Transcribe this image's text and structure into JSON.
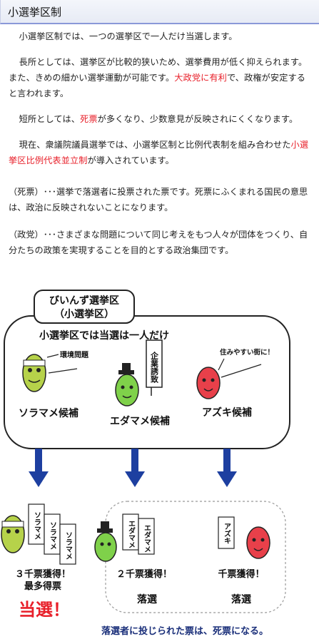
{
  "header": {
    "title": "小選挙区制"
  },
  "paragraphs": {
    "p1": "小選挙区制では、一つの選挙区で一人だけ当選します。",
    "p2a": "長所としては、選挙区が比較的狭いため、選挙費用が低く抑えられます。また、きめの細かい選挙運動が可能です。",
    "p2red": "大政党に有利",
    "p2b": "で、政権が安定すると言われます。",
    "p3a": "短所としては、",
    "p3red": "死票",
    "p3b": "が多くなり、少数意見が反映されにくくなります。",
    "p4a": "現在、衆議院議員選挙では、小選挙区制と比例代表制を組み合わせた",
    "p4red": "小選挙区比例代表並立制",
    "p4b": "が導入されています。"
  },
  "notes": {
    "n1": "（死票）･･･選挙で落選者に投票された票です。死票にふくまれる国民の意思は、政治に反映されないことになります。",
    "n2": "（政党）･･･さまざまな問題について同じ考えをもつ人々が団体をつくり、自分たちの政策を実現することを目的とする政治集団です。"
  },
  "illustration": {
    "district_title_1": "びいんず選挙区",
    "district_title_2": "（小選挙区）",
    "rule_text": "小選挙区では当選は一人だけ",
    "soramame_speech": "環境問題",
    "edamame_sign": "企業誘致",
    "azuki_speech": "住みやすい街に！",
    "candidates": [
      "ソラマメ候補",
      "エダマメ候補",
      "アズキ候補"
    ],
    "ballots": [
      "ソラマメ",
      "エダマメ",
      "アズキ"
    ],
    "result1_line1": "３千票獲得！",
    "result1_line2": "最多得票",
    "result1_win": "当選！",
    "result2_line1": "２千票獲得！",
    "result2_lose": "落選",
    "result3_line1": "千票獲得！",
    "result3_lose": "落選",
    "footer_text": "落選者に投じられた票は、死票になる。"
  },
  "colors": {
    "red": "#e8202a",
    "arrow_blue": "#1d3fa0",
    "header_border": "#8a98d8",
    "footer_text": "#1a2f7a"
  }
}
